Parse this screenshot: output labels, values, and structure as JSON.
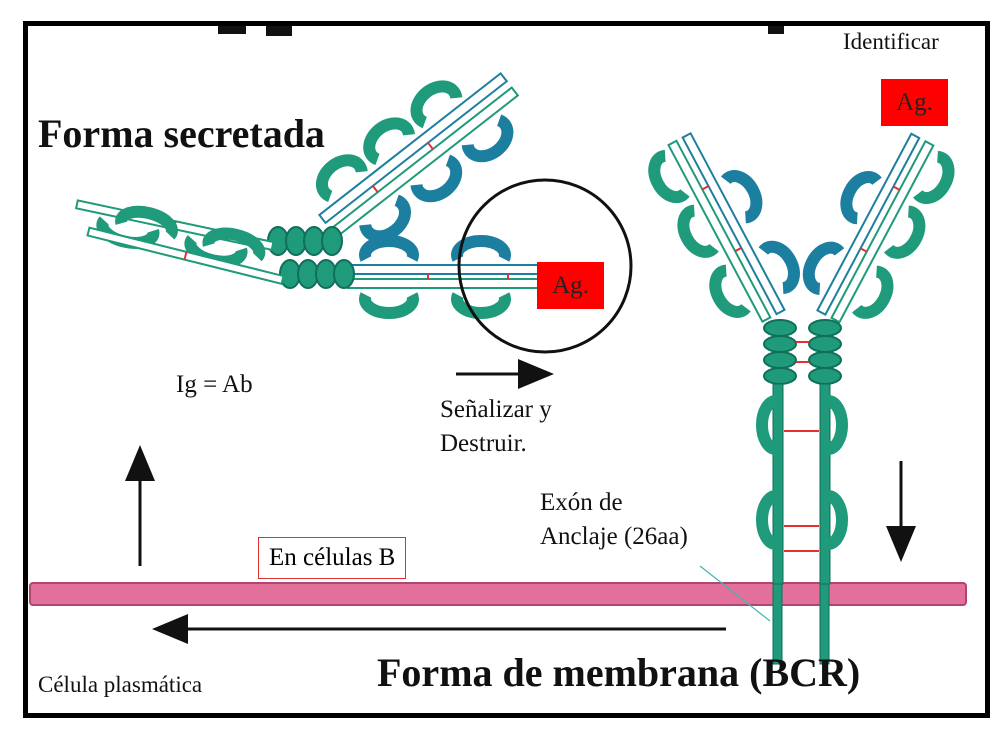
{
  "colors": {
    "domain_teal": "#1f9a7a",
    "domain_teal_dark": "#0f6f5a",
    "domain_blue": "#1d7fa0",
    "antigen": "#ff0000",
    "membrane": "#e2709a",
    "disulfide": "#e53030"
  },
  "labels": {
    "secreted_form": "Forma secretada",
    "membrane_form": "Forma de membrana (BCR)",
    "identify": "Identificar",
    "ig_ab": "Ig = Ab",
    "signal_destroy_1": "Señalizar y",
    "signal_destroy_2": "Destruir.",
    "anchor_exon_1": "Exón de",
    "anchor_exon_2": "Anclaje (26aa)",
    "b_cells": "En células B",
    "plasma_cell": "Célula plasmática",
    "antigen_1": "Ag.",
    "antigen_2": "Ag."
  }
}
